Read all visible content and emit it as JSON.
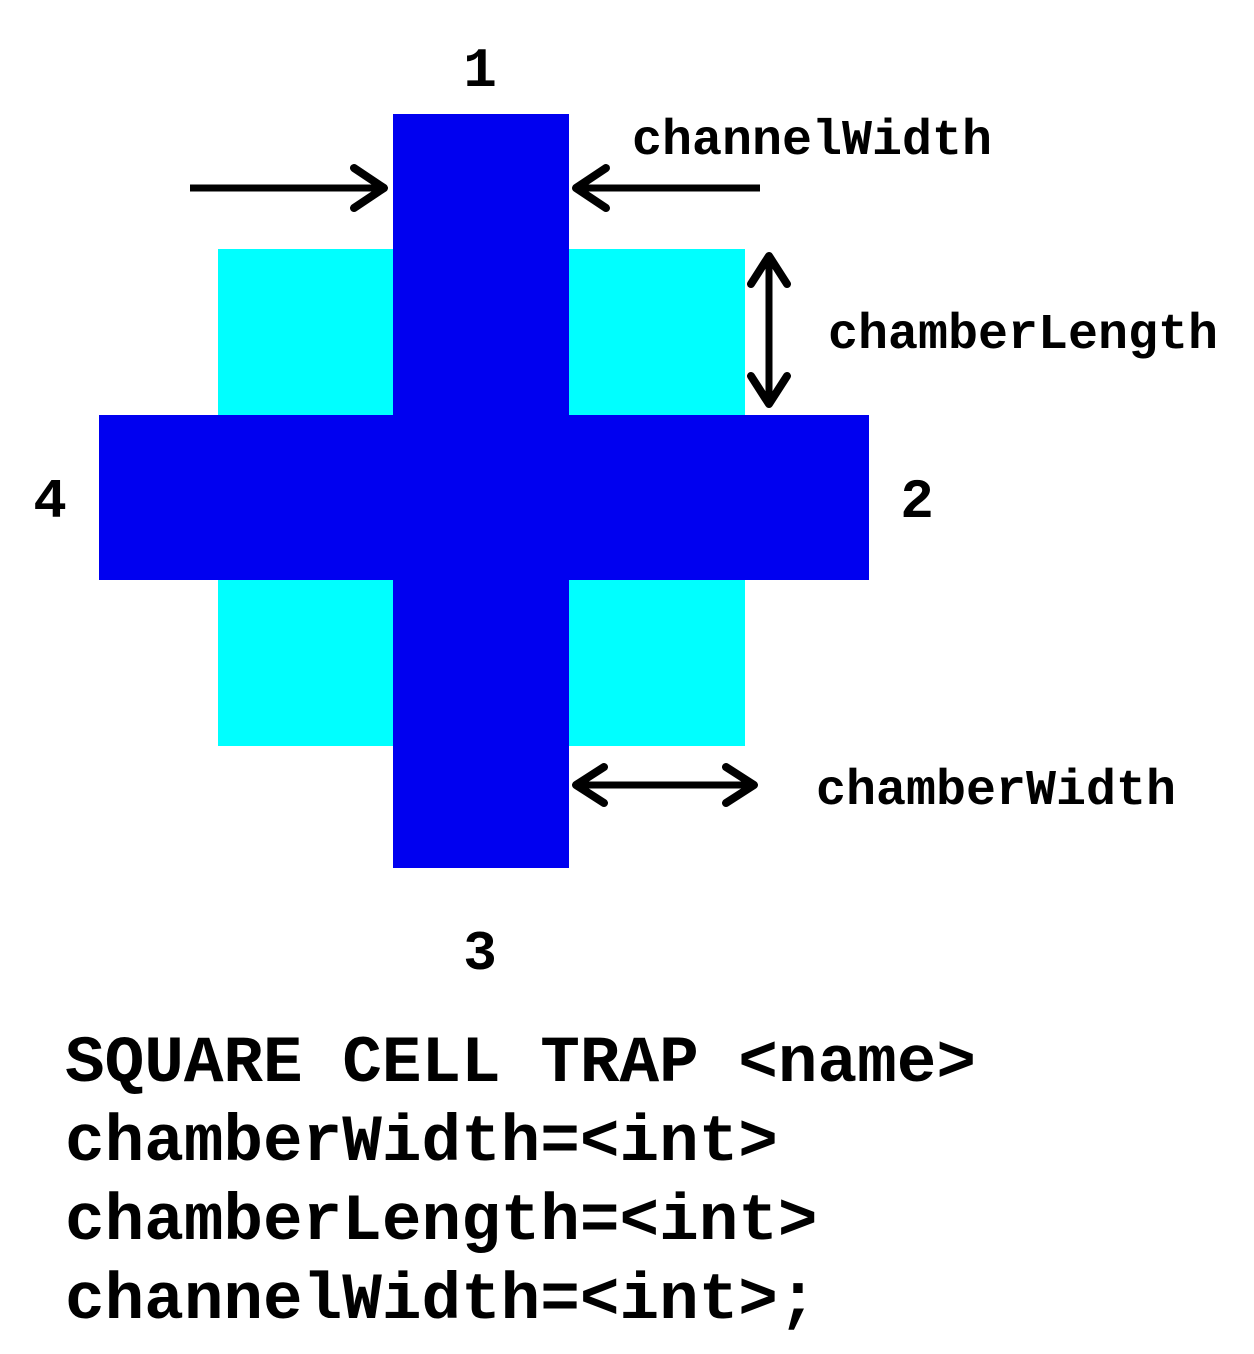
{
  "ports": {
    "top": "1",
    "right": "2",
    "bottom": "3",
    "left": "4"
  },
  "labels": {
    "channel_width": "channelWidth",
    "chamber_length": "chamberLength",
    "chamber_width": "chamberWidth"
  },
  "code": [
    "SQUARE CELL TRAP <name>",
    "chamberWidth=<int>",
    "chamberLength=<int>",
    "channelWidth=<int>;"
  ],
  "colors": {
    "channel": "#0000f0",
    "chamber": "#00ffff",
    "arrow": "#000000"
  }
}
